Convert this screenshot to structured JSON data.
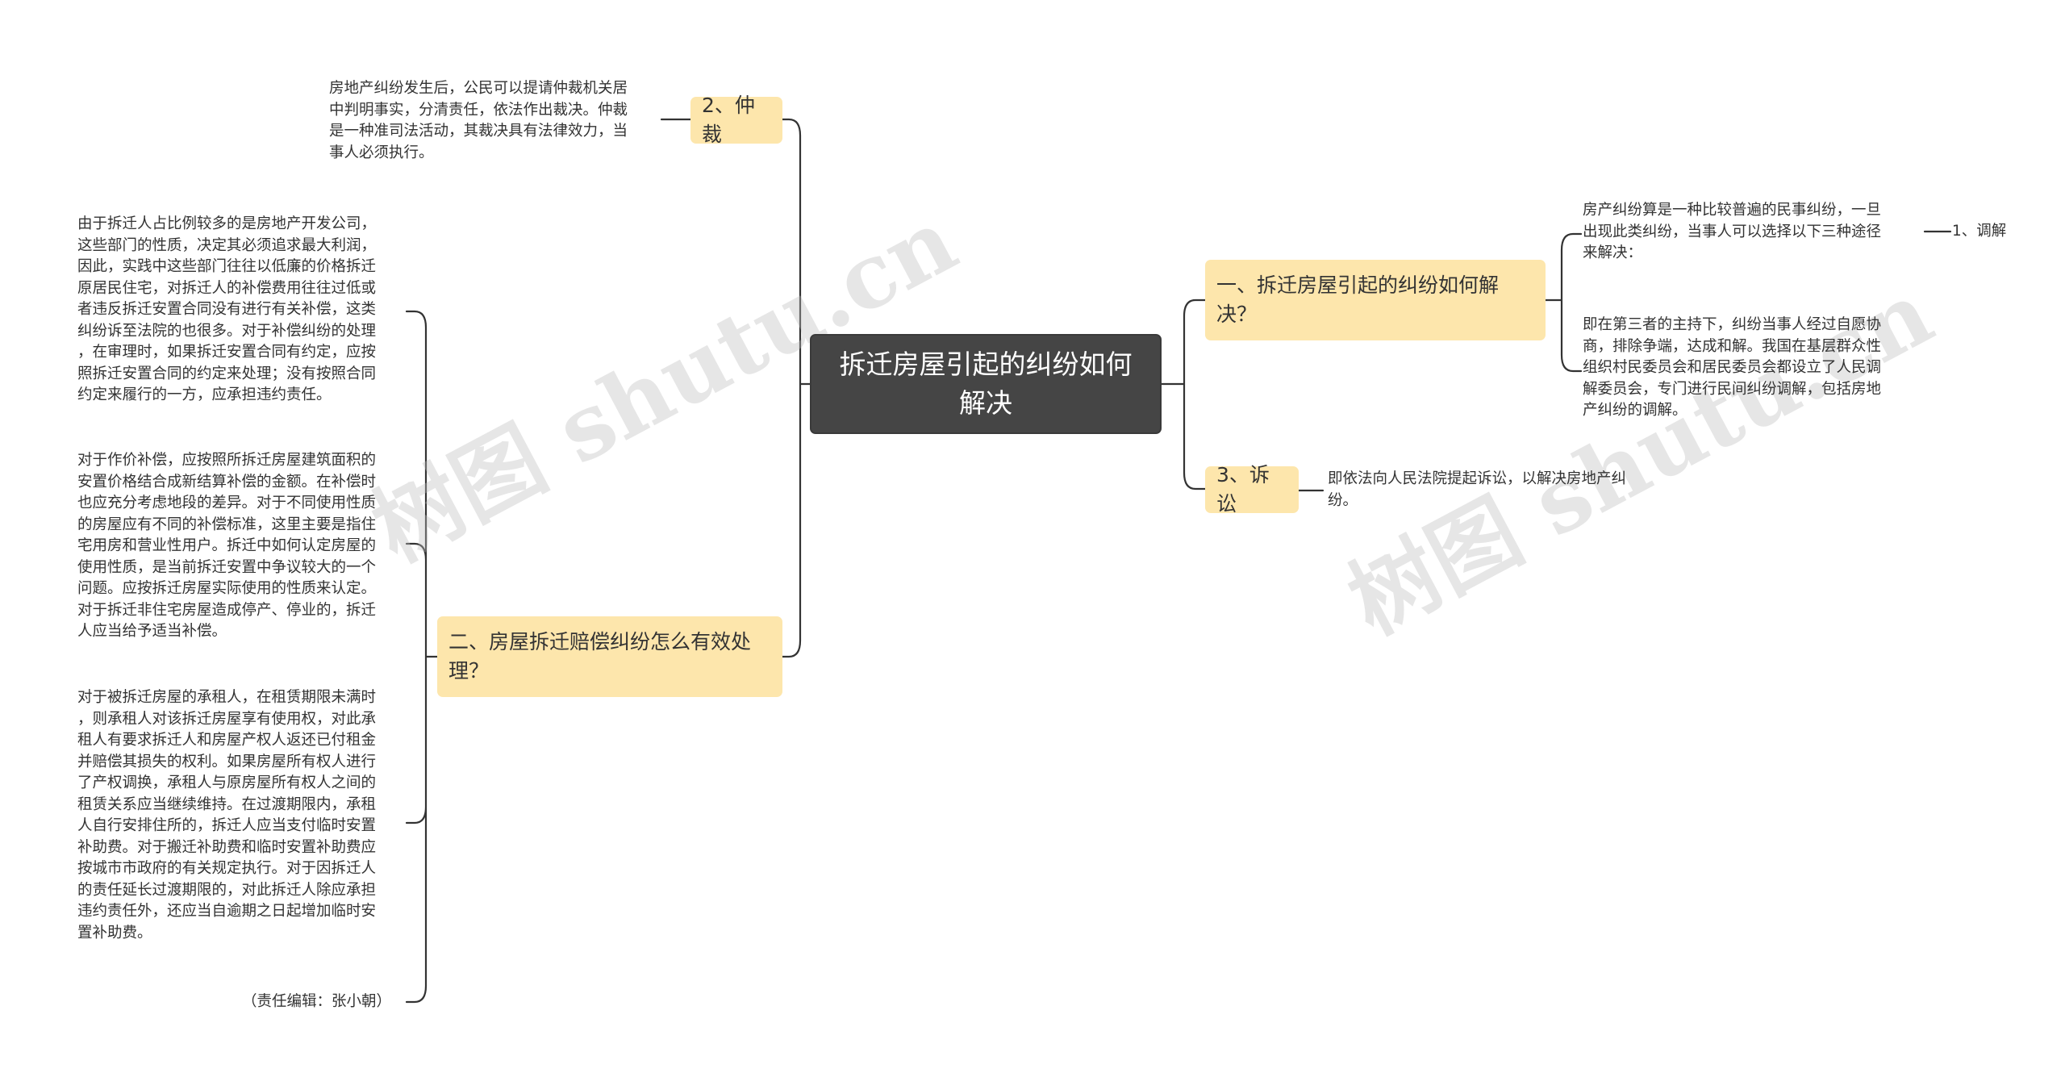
{
  "root": {
    "label": "拆迁房屋引起的纠纷如何解决"
  },
  "branches": {
    "b1": {
      "label": "一、拆迁房屋引起的纠纷如何解决？"
    },
    "b3": {
      "label": "3、诉讼"
    },
    "b2": {
      "label": "2、仲裁"
    },
    "b4": {
      "label": "二、房屋拆迁赔偿纠纷怎么有效处理？"
    }
  },
  "leaves": {
    "b1_intro": "房产纠纷算是一种比较普遍的民事纠纷，一旦\n出现此类纠纷，当事人可以选择以下三种途径\n来解决：",
    "b1_mediation_title": "1、调解",
    "b1_mediation": "即在第三者的主持下，纠纷当事人经过自愿协\n商，排除争端，达成和解。我国在基层群众性\n组织村民委员会和居民委员会都设立了人民调\n解委员会，专门进行民间纠纷调解，包括房地\n产纠纷的调解。",
    "b3_text": "即依法向人民法院提起诉讼，以解决房地产纠\n纷。",
    "b2_text": "房地产纠纷发生后，公民可以提请仲裁机关居\n中判明事实，分清责任，依法作出裁决。仲裁\n是一种准司法活动，其裁决具有法律效力，当\n事人必须执行。",
    "b4_p1": "由于拆迁人占比例较多的是房地产开发公司，\n这些部门的性质，决定其必须追求最大利润，\n因此，实践中这些部门往往以低廉的价格拆迁\n原居民住宅，对拆迁人的补偿费用往往过低或\n者违反拆迁安置合同没有进行有关补偿，这类\n纠纷诉至法院的也很多。对于补偿纠纷的处理\n，在审理时，如果拆迁安置合同有约定，应按\n照拆迁安置合同的约定来处理；没有按照合同\n约定来履行的一方，应承担违约责任。",
    "b4_p2": "对于作价补偿，应按照所拆迁房屋建筑面积的\n安置价格结合成新结算补偿的金额。在补偿时\n也应充分考虑地段的差异。对于不同使用性质\n的房屋应有不同的补偿标准，这里主要是指住\n宅用房和营业性用户。拆迁中如何认定房屋的\n使用性质，是当前拆迁安置中争议较大的一个\n问题。应按拆迁房屋实际使用的性质来认定。\n对于拆迁非住宅房屋造成停产、停业的，拆迁\n人应当给予适当补偿。",
    "b4_p3": "对于被拆迁房屋的承租人，在租赁期限未满时\n，则承租人对该拆迁房屋享有使用权，对此承\n租人有要求拆迁人和房屋产权人返还已付租金\n并赔偿其损失的权利。如果房屋所有权人进行\n了产权调换，承租人与原房屋所有权人之间的\n租赁关系应当继续维持。在过渡期限内，承租\n人自行安排住所的，拆迁人应当支付临时安置\n补助费。对于搬迁补助费和临时安置补助费应\n按城市市政府的有关规定执行。对于因拆迁人\n的责任延长过渡期限的，对此拆迁人除应承担\n违约责任外，还应当自逾期之日起增加临时安\n置补助费。",
    "b4_editor": "（责任编辑：张小朝）"
  },
  "watermarks": [
    "树图 shutu.cn",
    "树图 shutu.cn"
  ],
  "colors": {
    "root_bg": "#454545",
    "branch_bg": "#fde6ac",
    "line": "#333333",
    "text": "#333333"
  }
}
